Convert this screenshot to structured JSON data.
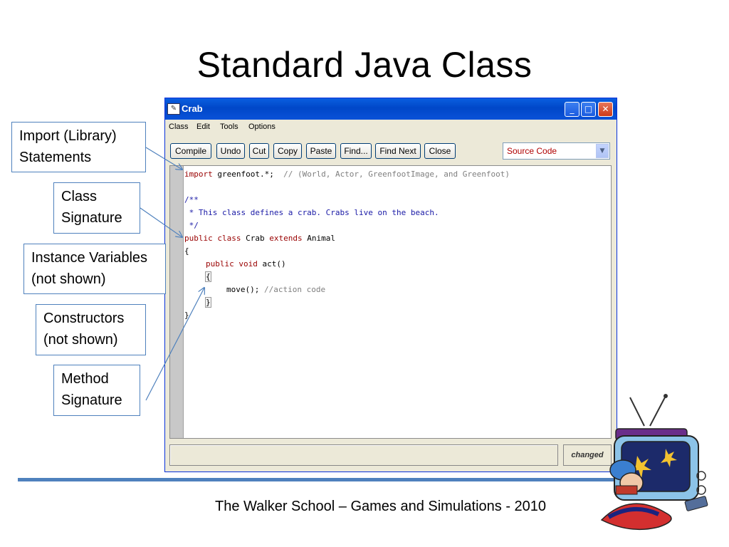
{
  "slide": {
    "title": "Standard Java Class",
    "footer": "The Walker School – Games and Simulations - 2010"
  },
  "window": {
    "title": "Crab",
    "menu": [
      "Class",
      "Edit",
      "Tools",
      "Options"
    ],
    "toolbar": [
      "Compile",
      "Undo",
      "Cut",
      "Copy",
      "Paste",
      "Find...",
      "Find Next",
      "Close"
    ],
    "view_select": "Source Code",
    "status": "",
    "changed_label": "changed"
  },
  "code": {
    "l1_kw": "import",
    "l1_text": " greenfoot.*;  ",
    "l1_comment": "// (World, Actor, GreenfootImage, and Greenfoot)",
    "l2": "/**",
    "l3": " * This class defines a crab. Crabs live on the beach.",
    "l4": " */",
    "l5_kw1": "public",
    "l5_kw2": "class",
    "l5_name": "Crab",
    "l5_kw3": "extends",
    "l5_super": "Animal",
    "l6": "{",
    "l7_kw1": "public",
    "l7_kw2": "void",
    "l7_text": "act()",
    "l8": "{",
    "l9_text": "move(); ",
    "l9_comment": "//action code",
    "l10": "}",
    "l11": "}"
  },
  "callouts": {
    "import": [
      "Import (Library)",
      "Statements"
    ],
    "class_sig": [
      "Class",
      "Signature"
    ],
    "instance_vars": [
      "Instance Variables",
      "(not shown)"
    ],
    "constructors": [
      "Constructors",
      "(not shown)"
    ],
    "method_sig": [
      "Method",
      "Signature"
    ]
  },
  "colors": {
    "accent": "#4f81bd",
    "keyword": "#990000",
    "comment": "#7f7f7f",
    "javadoc": "#1a1aa6",
    "titlebar": "#0a52d8"
  }
}
